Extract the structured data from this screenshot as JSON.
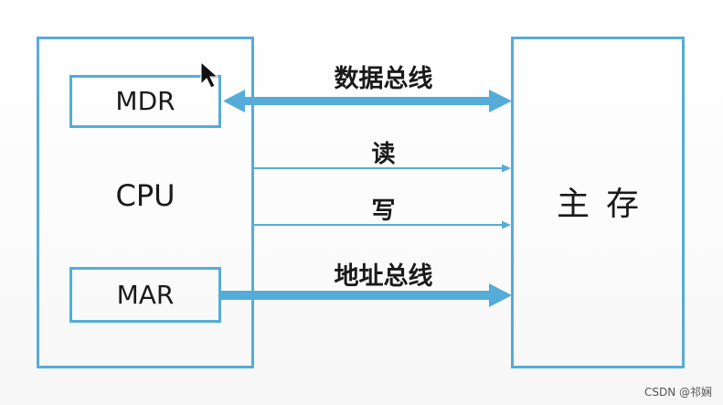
{
  "cpu": {
    "label": "CPU",
    "mdr_label": "MDR",
    "mar_label": "MAR"
  },
  "memory": {
    "label": "主存"
  },
  "buses": {
    "data_bus": "数据总线",
    "read": "读",
    "write": "写",
    "address_bus": "地址总线"
  },
  "watermark": "CSDN @祁娴",
  "colors": {
    "box_border": "#55acd8",
    "arrow": "#55acd8",
    "text": "#1a1a1a"
  }
}
